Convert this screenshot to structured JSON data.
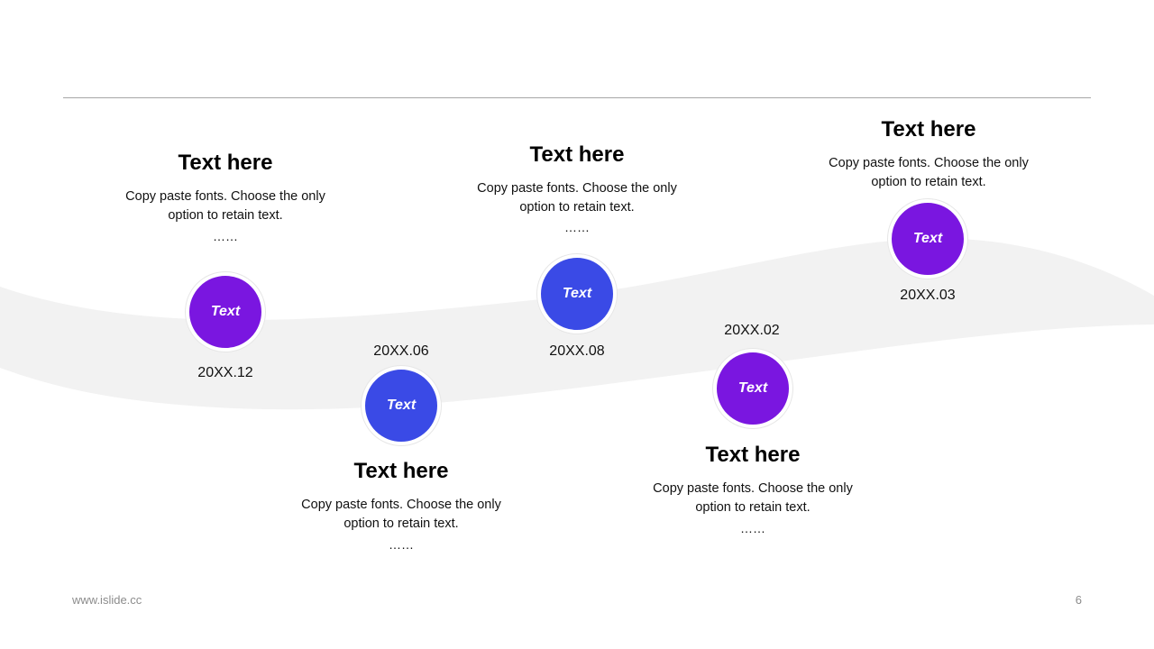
{
  "colors": {
    "purple": "#7a16e0",
    "blue": "#3a4ae6",
    "wave": "#f2f2f2",
    "divider": "#a6a6a6"
  },
  "milestones": [
    {
      "title": "Text here",
      "description_line1": "Copy paste fonts. Choose the only",
      "description_line2": "option to retain text.",
      "ellipsis": "……",
      "node_label": "Text",
      "date": "20XX.12",
      "color": "purple"
    },
    {
      "title": "Text here",
      "description_line1": "Copy paste fonts. Choose the only",
      "description_line2": "option to retain text.",
      "ellipsis": "……",
      "node_label": "Text",
      "date": "20XX.06",
      "color": "blue"
    },
    {
      "title": "Text here",
      "description_line1": "Copy paste fonts. Choose the only",
      "description_line2": "option to retain text.",
      "ellipsis": "……",
      "node_label": "Text",
      "date": "20XX.08",
      "color": "blue"
    },
    {
      "title": "Text here",
      "description_line1": "Copy paste fonts. Choose the only",
      "description_line2": "option to retain text.",
      "ellipsis": "……",
      "node_label": "Text",
      "date": "20XX.02",
      "color": "purple"
    },
    {
      "title": "Text here",
      "description_line1": "Copy paste fonts. Choose the only",
      "description_line2": "option to retain text.",
      "node_label": "Text",
      "date": "20XX.03",
      "color": "purple"
    }
  ],
  "footer": {
    "url": "www.islide.cc",
    "page_number": "6"
  }
}
